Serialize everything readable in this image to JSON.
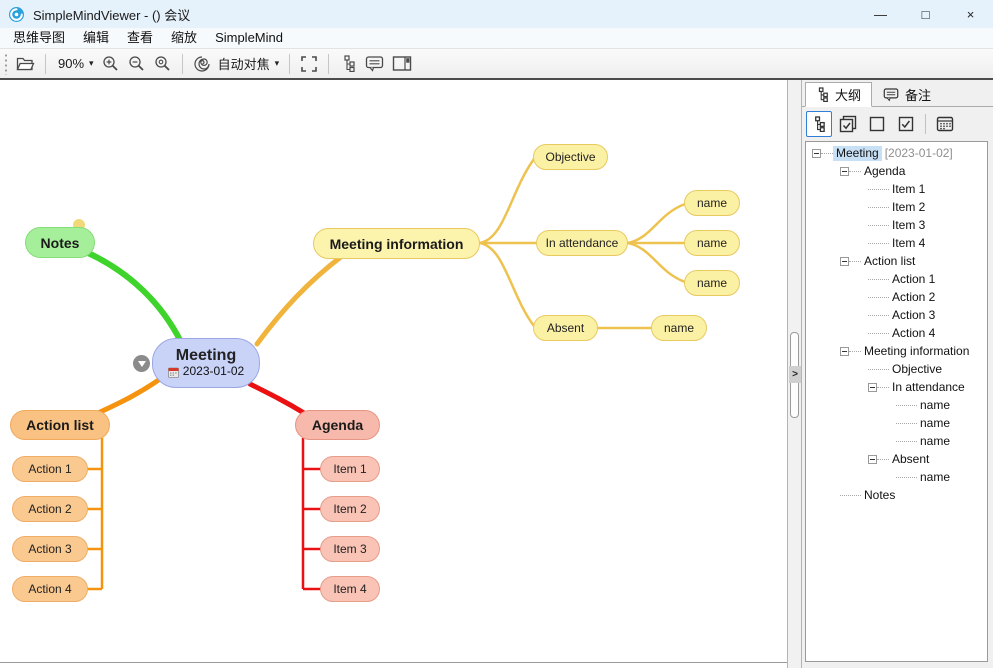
{
  "window": {
    "title": "SimpleMindViewer - () 会议",
    "controls": {
      "minimize": "—",
      "maximize": "□",
      "close": "×"
    }
  },
  "icons": {
    "caret_down": "▾",
    "splitter_arrow": ">"
  },
  "menu": {
    "items": [
      "思维导图",
      "编辑",
      "查看",
      "缩放",
      "SimpleMind"
    ]
  },
  "toolbar": {
    "zoom_level": "90%",
    "autofocus_label": "自动对焦"
  },
  "sidebar": {
    "tabs": [
      {
        "label": "大纲"
      },
      {
        "label": "备注"
      }
    ],
    "outline_tree": [
      {
        "label": "Meeting",
        "suffix": "[2023-01-02]",
        "level": 0,
        "box": true,
        "selected": true
      },
      {
        "label": "Agenda",
        "level": 1,
        "box": true
      },
      {
        "label": "Item 1",
        "level": 2
      },
      {
        "label": "Item 2",
        "level": 2
      },
      {
        "label": "Item 3",
        "level": 2
      },
      {
        "label": "Item 4",
        "level": 2
      },
      {
        "label": "Action list",
        "level": 1,
        "box": true
      },
      {
        "label": "Action 1",
        "level": 2
      },
      {
        "label": "Action 2",
        "level": 2
      },
      {
        "label": "Action 3",
        "level": 2
      },
      {
        "label": "Action 4",
        "level": 2
      },
      {
        "label": "Meeting information",
        "level": 1,
        "box": true
      },
      {
        "label": "Objective",
        "level": 2
      },
      {
        "label": "In attendance",
        "level": 2,
        "box": true
      },
      {
        "label": "name",
        "level": 3
      },
      {
        "label": "name",
        "level": 3
      },
      {
        "label": "name",
        "level": 3
      },
      {
        "label": "Absent",
        "level": 2,
        "box": true
      },
      {
        "label": "name",
        "level": 3
      },
      {
        "label": "Notes",
        "level": 1
      }
    ]
  },
  "mindmap": {
    "branch_colors": {
      "notes_line": "#3ed42b",
      "meeting_information_line": "#f0b43c",
      "meeting_information_subline": "#eec24f",
      "agenda_line": "#e91111",
      "action_list_line": "#f5930f"
    },
    "palette": {
      "root": {
        "fill": "#c9d3f8",
        "border": "#9ba6e3"
      },
      "notes": {
        "fill": "#a5ef9b",
        "border": "#86dc78"
      },
      "yellow": {
        "fill": "#fcf3ad",
        "border": "#e8c95f"
      },
      "yellow_sub": {
        "fill": "#fbf1a4",
        "border": "#e9ca61"
      },
      "red": {
        "fill": "#f7b9ac",
        "border": "#e59584"
      },
      "red_sub": {
        "fill": "#f9c3b6",
        "border": "#e89c8a"
      },
      "orange": {
        "fill": "#f9c283",
        "border": "#f0a95d"
      },
      "orange_sub": {
        "fill": "#f9c98f",
        "border": "#efae67"
      }
    },
    "nodes": [
      {
        "id": "meeting",
        "label": "Meeting",
        "sublabel": "2023-01-02",
        "branch": "root",
        "root": true
      },
      {
        "id": "notes",
        "label": "Notes",
        "branch": "notes",
        "main": true,
        "badge": true
      },
      {
        "id": "meeting-information",
        "label": "Meeting information",
        "branch": "yellow",
        "main": true
      },
      {
        "id": "objective",
        "label": "Objective",
        "branch": "yellow_sub"
      },
      {
        "id": "in-attendance",
        "label": "In attendance",
        "branch": "yellow_sub"
      },
      {
        "id": "name-1",
        "label": "name",
        "branch": "yellow_sub"
      },
      {
        "id": "name-2",
        "label": "name",
        "branch": "yellow_sub"
      },
      {
        "id": "name-3",
        "label": "name",
        "branch": "yellow_sub"
      },
      {
        "id": "absent",
        "label": "Absent",
        "branch": "yellow_sub"
      },
      {
        "id": "name-4",
        "label": "name",
        "branch": "yellow_sub"
      },
      {
        "id": "agenda",
        "label": "Agenda",
        "branch": "red",
        "main": true
      },
      {
        "id": "item-1",
        "label": "Item 1",
        "branch": "red_sub"
      },
      {
        "id": "item-2",
        "label": "Item 2",
        "branch": "red_sub"
      },
      {
        "id": "item-3",
        "label": "Item 3",
        "branch": "red_sub"
      },
      {
        "id": "item-4",
        "label": "Item 4",
        "branch": "red_sub"
      },
      {
        "id": "action-list",
        "label": "Action list",
        "branch": "orange",
        "main": true
      },
      {
        "id": "action-1",
        "label": "Action 1",
        "branch": "orange_sub"
      },
      {
        "id": "action-2",
        "label": "Action 2",
        "branch": "orange_sub"
      },
      {
        "id": "action-3",
        "label": "Action 3",
        "branch": "orange_sub"
      },
      {
        "id": "action-4",
        "label": "Action 4",
        "branch": "orange_sub"
      }
    ]
  }
}
